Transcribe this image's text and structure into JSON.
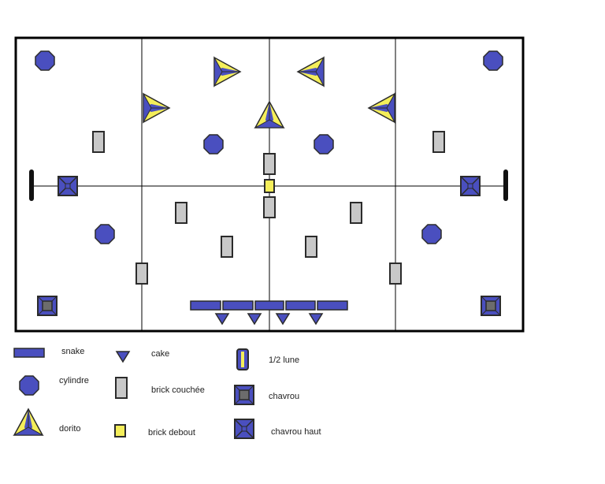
{
  "colors": {
    "blue": "#4a4fbf",
    "yellow": "#f4ee5a",
    "grey": "#c8c8c8",
    "dark": "#2b2b2b",
    "line": "#000000"
  },
  "legend": {
    "snake": "snake",
    "cylindre": "cylindre",
    "dorito": "dorito",
    "cake": "cake",
    "brick_couchee": "brick couchée",
    "brick_debout": "brick debout",
    "demi_lune": "1/2 lune",
    "chavrou": "chavrou",
    "chavrou_haut": "chavrou haut"
  }
}
